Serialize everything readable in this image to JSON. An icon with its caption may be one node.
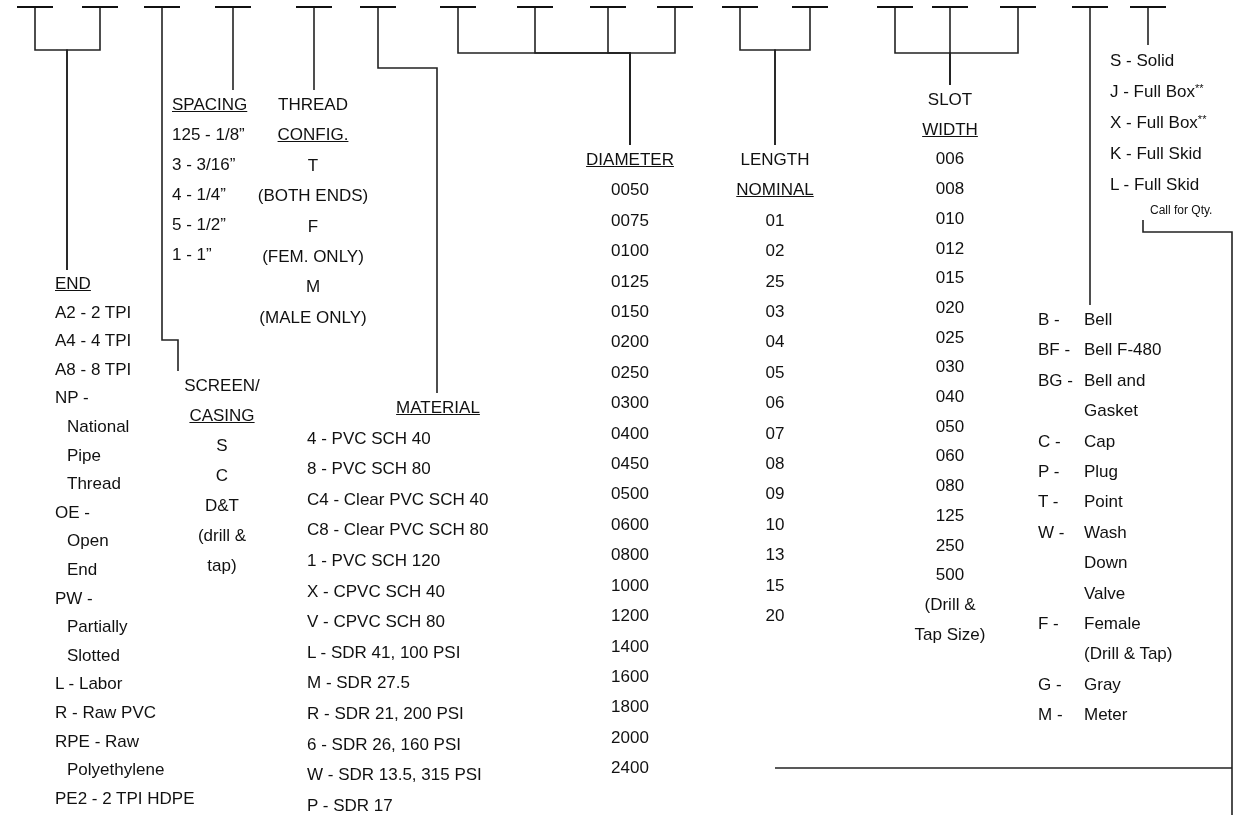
{
  "diagram": {
    "nodes": [
      {
        "text": [],
        "shape": "bar"
      },
      {
        "text": [],
        "shape": "bar"
      },
      {
        "text": [],
        "shape": "bar"
      },
      {
        "text": [],
        "shape": "bar"
      },
      {
        "text": [],
        "shape": "bar"
      },
      {
        "text": [],
        "shape": "bar"
      },
      {
        "text": [],
        "shape": "bar"
      },
      {
        "text": [],
        "shape": "bar"
      },
      {
        "text": [],
        "shape": "bar"
      },
      {
        "text": [],
        "shape": "bar"
      },
      {
        "text": [],
        "shape": "bar"
      },
      {
        "text": [],
        "shape": "bar"
      },
      {
        "text": [],
        "shape": "bar"
      },
      {
        "text": [],
        "shape": "bar"
      },
      {
        "text": [],
        "shape": "bar"
      },
      {
        "text": [],
        "shape": "bar"
      },
      {
        "text": [],
        "shape": "bar"
      },
      {
        "text": [
          "END",
          "A2 - 2 TPI",
          "A4 - 4 TPI",
          "A8 - 8 TPI",
          "NP - National Pipe Thread",
          "OE - Open End",
          "PW - Partially Slotted",
          "L - Labor",
          "R - Raw PVC",
          "RPE - Raw Polyethylene",
          "PE2 - 2 TPI HDPE"
        ]
      },
      {
        "text": [
          "SCREEN/ CASING",
          "S",
          "C",
          "D&T",
          "(drill & tap)"
        ]
      },
      {
        "text": [
          "SPACING",
          "125 - 1/8”",
          "3 - 3/16”",
          "4 - 1/4”",
          "5 - 1/2”",
          "1 - 1”"
        ]
      },
      {
        "text": [
          "THREAD CONFIG.",
          "T",
          "(BOTH ENDS)",
          "F",
          "(FEM. ONLY)",
          "M",
          "(MALE ONLY)"
        ]
      },
      {
        "text": [
          "MATERIAL",
          "4 - PVC SCH 40",
          "8 - PVC SCH 80",
          "C4 - Clear PVC SCH 40",
          "C8 - Clear PVC SCH 80",
          "1 - PVC SCH 120",
          "X - CPVC SCH 40",
          "V - CPVC SCH 80",
          "L - SDR 41, 100 PSI",
          "M - SDR 27.5",
          "R - SDR 21, 200 PSI",
          "6 - SDR 26, 160 PSI",
          "W - SDR 13.5, 315 PSI",
          "P - SDR 17"
        ]
      },
      {
        "text": [
          "DIAMETER",
          "0050",
          "0075",
          "0100",
          "0125",
          "0150",
          "0200",
          "0250",
          "0300",
          "0400",
          "0450",
          "0500",
          "0600",
          "0800",
          "1000",
          "1200",
          "1400",
          "1600",
          "1800",
          "2000",
          "2400"
        ]
      },
      {
        "text": [
          "LENGTH NOMINAL",
          "01",
          "02",
          "25",
          "03",
          "04",
          "05",
          "06",
          "07",
          "08",
          "09",
          "10",
          "13",
          "15",
          "20"
        ]
      },
      {
        "text": [
          "SLOT WIDTH",
          "006",
          "008",
          "010",
          "012",
          "015",
          "020",
          "025",
          "030",
          "040",
          "050",
          "060",
          "080",
          "125",
          "250",
          "500",
          "(Drill & Tap Size)"
        ]
      },
      {
        "text": [
          "B - Bell",
          "BF - Bell F-480",
          "BG - Bell and Gasket",
          "C - Cap",
          "P - Plug",
          "T - Point",
          "W - Wash Down Valve",
          "F - Female (Drill & Tap)",
          "G - Gray",
          "M - Meter"
        ]
      },
      {
        "text": [
          "S - Solid",
          "J - Full Box$^{**}$",
          "X - Full Box$^{**}$",
          "K - Full Skid",
          "L - Full Skid",
          "Call for Qty."
        ]
      }
    ],
    "edges": [
      {
        "from": 0,
        "to": 17,
        "arrow": "none"
      },
      {
        "from": 1,
        "to": 17,
        "arrow": "none"
      },
      {
        "from": 2,
        "to": 18,
        "arrow": "none"
      },
      {
        "from": 3,
        "to": 19,
        "arrow": "none"
      },
      {
        "from": 4,
        "to": 20,
        "arrow": "none"
      },
      {
        "from": 5,
        "to": 21,
        "arrow": "none"
      },
      {
        "from": 6,
        "to": 22,
        "arrow": "none"
      },
      {
        "from": 7,
        "to": 22,
        "arrow": "none"
      },
      {
        "from": 8,
        "to": 22,
        "arrow": "none"
      },
      {
        "from": 9,
        "to": 22,
        "arrow": "none"
      },
      {
        "from": 10,
        "to": 23,
        "arrow": "none"
      },
      {
        "from": 11,
        "to": 23,
        "arrow": "none"
      },
      {
        "from": 12,
        "to": 24,
        "arrow": "none"
      },
      {
        "from": 13,
        "to": 24,
        "arrow": "none"
      },
      {
        "from": 14,
        "to": 24,
        "arrow": "none"
      },
      {
        "from": 15,
        "to": 25,
        "arrow": "none"
      },
      {
        "from": 16,
        "to": 26,
        "arrow": "none"
      },
      {
        "from": 26,
        "to": null,
        "arrow": "none"
      }
    ]
  }
}
